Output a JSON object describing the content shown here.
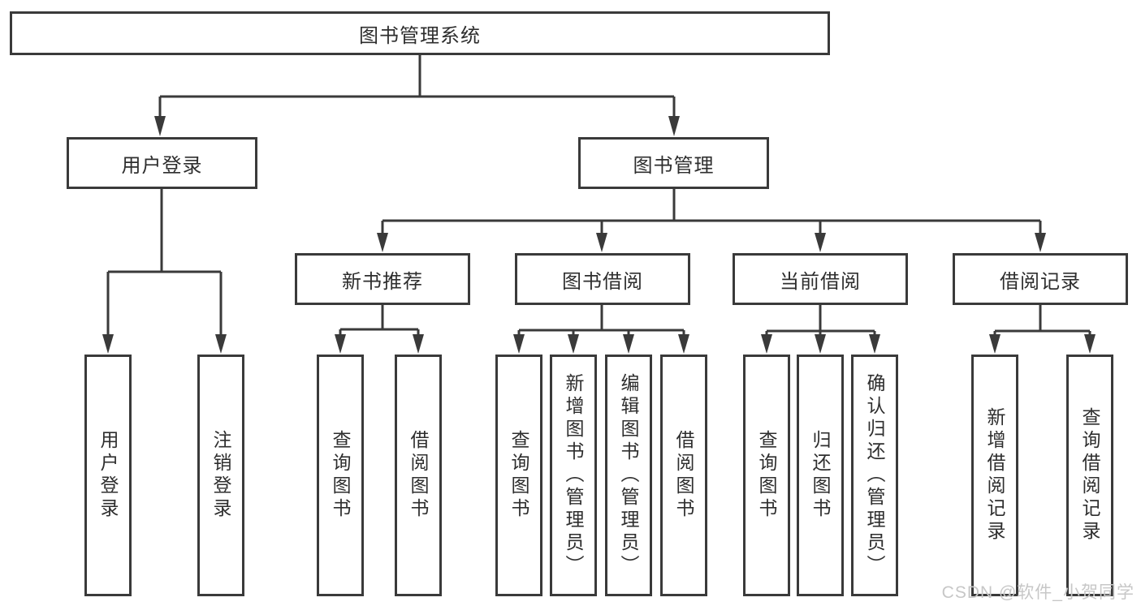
{
  "diagram": {
    "title": "图书管理系统",
    "level2": [
      {
        "label": "用户登录",
        "children": [
          "用户登录",
          "注销登录"
        ]
      },
      {
        "label": "图书管理"
      }
    ],
    "level3": [
      {
        "label": "新书推荐",
        "children": [
          "查询图书",
          "借阅图书"
        ]
      },
      {
        "label": "图书借阅",
        "children": [
          "查询图书",
          "新增图书（管理员）",
          "编辑图书（管理员）",
          "借阅图书"
        ]
      },
      {
        "label": "当前借阅",
        "children": [
          "查询图书",
          "归还图书",
          "确认归还（管理员）"
        ]
      },
      {
        "label": "借阅记录",
        "children": [
          "新增借阅记录",
          "查询借阅记录"
        ]
      }
    ],
    "colors": {
      "line": "#3a3a3a",
      "text": "#2e2e2e",
      "watermark_color": "#c7c7c7"
    },
    "watermark": "CSDN @软件_小贺同学"
  }
}
